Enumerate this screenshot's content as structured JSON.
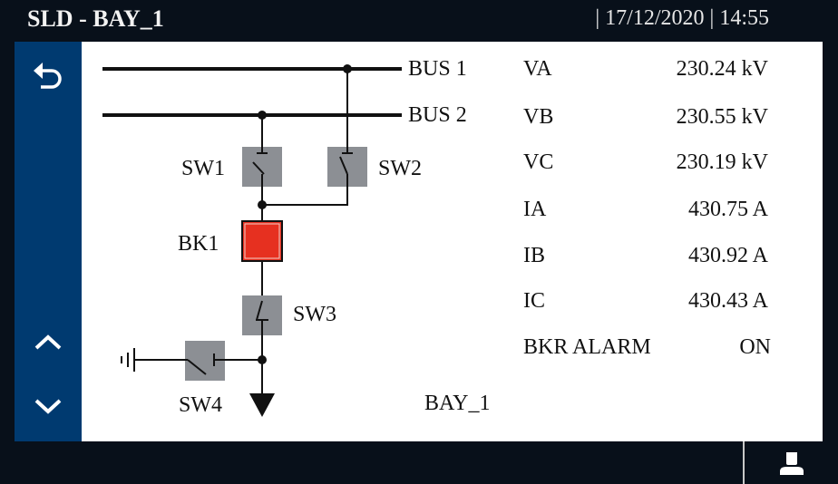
{
  "header": {
    "title": "SLD - BAY_1",
    "datetime": "| 17/12/2020 | 14:55"
  },
  "sidebar": {
    "back_icon": "undo-arrow-icon",
    "up_icon": "chevron-up-icon",
    "down_icon": "chevron-down-icon"
  },
  "diagram": {
    "bus1_label": "BUS 1",
    "bus2_label": "BUS 2",
    "sw1_label": "SW1",
    "sw2_label": "SW2",
    "bk1_label": "BK1",
    "sw3_label": "SW3",
    "sw4_label": "SW4",
    "bay_label": "BAY_1",
    "colors": {
      "breaker_closed": "#e63020",
      "switch_box": "#8c8f94",
      "line": "#111111"
    }
  },
  "measurements": [
    {
      "name": "VA",
      "value": "230.24 kV"
    },
    {
      "name": "VB",
      "value": "230.55 kV"
    },
    {
      "name": "VC",
      "value": "230.19 kV"
    },
    {
      "name": "IA",
      "value": "430.75 A"
    },
    {
      "name": "IB",
      "value": "430.92 A"
    },
    {
      "name": "IC",
      "value": "430.43 A"
    },
    {
      "name": "BKR ALARM",
      "value": "ON"
    }
  ],
  "footer": {
    "user_icon": "user-icon"
  },
  "colors": {
    "background": "#08101a",
    "sidebar": "#003a70",
    "panel": "#ffffff"
  }
}
